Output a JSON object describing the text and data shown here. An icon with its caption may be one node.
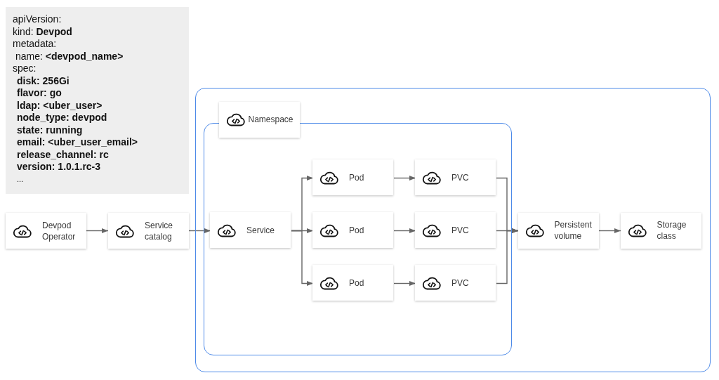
{
  "diagram": {
    "nodes": [
      {
        "text": [
          "apiVersion:",
          "kind: **Devpod**",
          "metadata:",
          "name: **<devpod_name>**",
          "spec:",
          "disk: 256Gi",
          "flavor: go",
          "ldap: <uber_user>",
          "node_type: devpod",
          "state: running",
          "email: <uber_user_email>",
          "release_channel: rc",
          "version: 1.0.1.rc-3",
          "..."
        ]
      },
      {
        "text": [
          "Devpod Operator"
        ]
      },
      {
        "text": [
          "Service catalog"
        ]
      },
      {
        "text": [],
        "shape": "box"
      },
      {
        "text": [
          "Namespace"
        ],
        "in": 3
      },
      {
        "text": [],
        "shape": "box",
        "in": 3
      },
      {
        "text": [
          "Service"
        ],
        "in": 5
      },
      {
        "text": [
          "Pod"
        ],
        "in": 5
      },
      {
        "text": [
          "PVC"
        ],
        "in": 5
      },
      {
        "text": [
          "Pod"
        ],
        "in": 5
      },
      {
        "text": [
          "PVC"
        ],
        "in": 5
      },
      {
        "text": [
          "Pod"
        ],
        "in": 5
      },
      {
        "text": [
          "PVC"
        ],
        "in": 5
      },
      {
        "text": [
          "Persistent volume"
        ],
        "in": 3
      },
      {
        "text": [
          "Storage class"
        ],
        "in": 3
      }
    ],
    "edges": [
      {
        "from": 1,
        "to": 2,
        "arrow": "to"
      },
      {
        "from": 2,
        "to": 6,
        "arrow": "to"
      },
      {
        "from": 6,
        "to": 7,
        "arrow": "to"
      },
      {
        "from": 6,
        "to": 9,
        "arrow": "to"
      },
      {
        "from": 6,
        "to": 11,
        "arrow": "to"
      },
      {
        "from": 7,
        "to": 8,
        "arrow": "to"
      },
      {
        "from": 9,
        "to": 10,
        "arrow": "to"
      },
      {
        "from": 11,
        "to": 12,
        "arrow": "to"
      },
      {
        "from": 8,
        "to": 13,
        "arrow": "to"
      },
      {
        "from": 10,
        "to": 13,
        "arrow": "to"
      },
      {
        "from": 12,
        "to": 13,
        "arrow": "to"
      },
      {
        "from": 13,
        "to": 14,
        "arrow": "to"
      }
    ]
  }
}
